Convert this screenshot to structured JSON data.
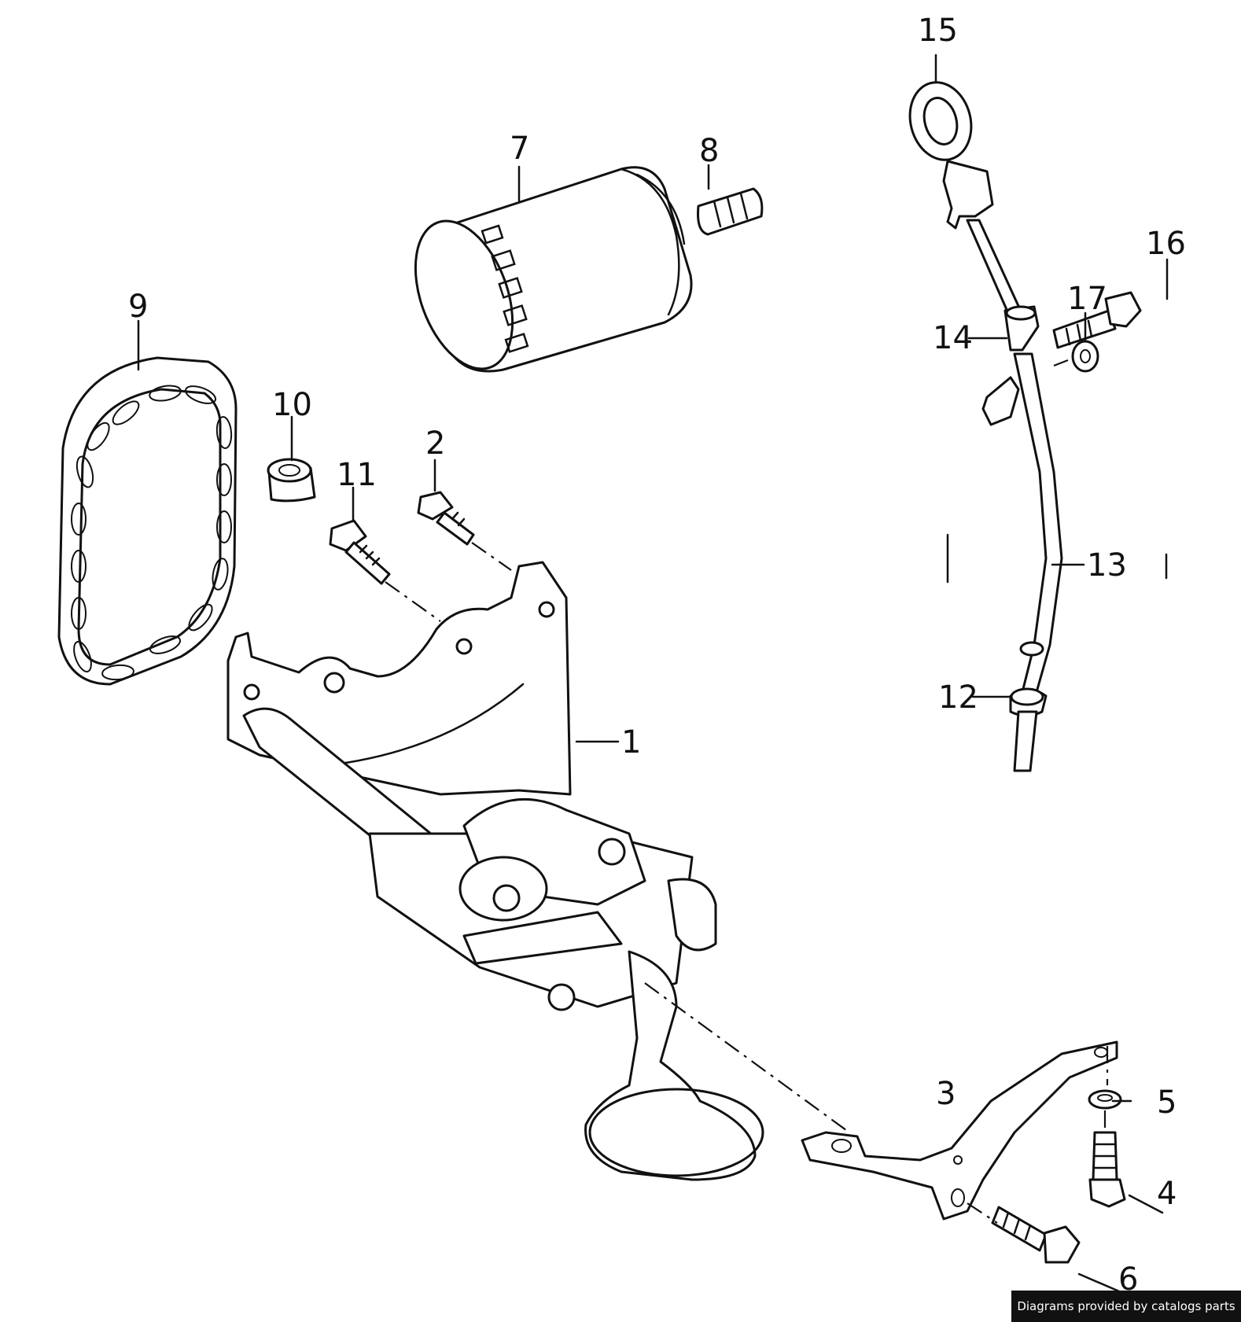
{
  "diagram": {
    "callouts": [
      "1",
      "2",
      "3",
      "4",
      "5",
      "6",
      "7",
      "8",
      "9",
      "10",
      "11",
      "12",
      "13",
      "14",
      "15",
      "16",
      "17"
    ]
  },
  "credit": "Diagrams provided by catalogs parts"
}
